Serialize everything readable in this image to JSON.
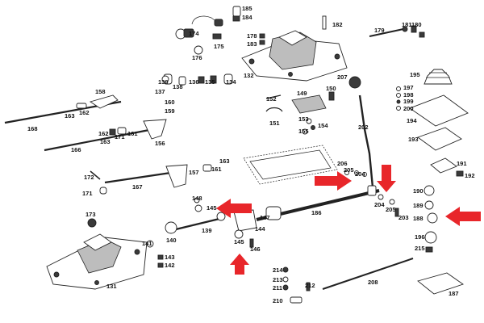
{
  "labels": [
    {
      "id": "185",
      "text": "185"
    },
    {
      "id": "184",
      "text": "184"
    },
    {
      "id": "174",
      "text": "174"
    },
    {
      "id": "176",
      "text": "176"
    },
    {
      "id": "175",
      "text": "175"
    },
    {
      "id": "178",
      "text": "178"
    },
    {
      "id": "183",
      "text": "183"
    },
    {
      "id": "182",
      "text": "182"
    },
    {
      "id": "179",
      "text": "179"
    },
    {
      "id": "181",
      "text": "181"
    },
    {
      "id": "180",
      "text": "180"
    },
    {
      "id": "132",
      "text": "132"
    },
    {
      "id": "139a",
      "text": "139"
    },
    {
      "id": "138",
      "text": "138"
    },
    {
      "id": "136",
      "text": "136"
    },
    {
      "id": "135",
      "text": "135"
    },
    {
      "id": "134",
      "text": "134"
    },
    {
      "id": "137",
      "text": "137"
    },
    {
      "id": "158",
      "text": "158"
    },
    {
      "id": "160",
      "text": "160"
    },
    {
      "id": "159",
      "text": "159"
    },
    {
      "id": "163a",
      "text": "163"
    },
    {
      "id": "162a",
      "text": "162"
    },
    {
      "id": "168",
      "text": "168"
    },
    {
      "id": "162b",
      "text": "162"
    },
    {
      "id": "171a",
      "text": "171"
    },
    {
      "id": "161",
      "text": "161"
    },
    {
      "id": "166",
      "text": "166"
    },
    {
      "id": "163b",
      "text": "163"
    },
    {
      "id": "156",
      "text": "156"
    },
    {
      "id": "207",
      "text": "207"
    },
    {
      "id": "150",
      "text": "150"
    },
    {
      "id": "152",
      "text": "152"
    },
    {
      "id": "149",
      "text": "149"
    },
    {
      "id": "151",
      "text": "151"
    },
    {
      "id": "153",
      "text": "153"
    },
    {
      "id": "154",
      "text": "154"
    },
    {
      "id": "155",
      "text": "155"
    },
    {
      "id": "195",
      "text": "195"
    },
    {
      "id": "197",
      "text": "197"
    },
    {
      "id": "198",
      "text": "198"
    },
    {
      "id": "199",
      "text": "199"
    },
    {
      "id": "200",
      "text": "200"
    },
    {
      "id": "194",
      "text": "194"
    },
    {
      "id": "202",
      "text": "202"
    },
    {
      "id": "193",
      "text": "193"
    },
    {
      "id": "157",
      "text": "157"
    },
    {
      "id": "163c",
      "text": "163"
    },
    {
      "id": "161b",
      "text": "161"
    },
    {
      "id": "206",
      "text": "206"
    },
    {
      "id": "205a",
      "text": "205"
    },
    {
      "id": "204a",
      "text": "204"
    },
    {
      "id": "191",
      "text": "191"
    },
    {
      "id": "192",
      "text": "192"
    },
    {
      "id": "172",
      "text": "172"
    },
    {
      "id": "167",
      "text": "167"
    },
    {
      "id": "171b",
      "text": "171"
    },
    {
      "id": "190",
      "text": "190"
    },
    {
      "id": "148",
      "text": "148"
    },
    {
      "id": "145a",
      "text": "145"
    },
    {
      "id": "147",
      "text": "147"
    },
    {
      "id": "204b",
      "text": "204"
    },
    {
      "id": "205b",
      "text": "205"
    },
    {
      "id": "203",
      "text": "203"
    },
    {
      "id": "189",
      "text": "189"
    },
    {
      "id": "186",
      "text": "186"
    },
    {
      "id": "173",
      "text": "173"
    },
    {
      "id": "188",
      "text": "188"
    },
    {
      "id": "144",
      "text": "144"
    },
    {
      "id": "139b",
      "text": "139"
    },
    {
      "id": "141",
      "text": "141"
    },
    {
      "id": "140",
      "text": "140"
    },
    {
      "id": "145b",
      "text": "145"
    },
    {
      "id": "146",
      "text": "146"
    },
    {
      "id": "196",
      "text": "196"
    },
    {
      "id": "215",
      "text": "215"
    },
    {
      "id": "143",
      "text": "143"
    },
    {
      "id": "142",
      "text": "142"
    },
    {
      "id": "214",
      "text": "214"
    },
    {
      "id": "213",
      "text": "213"
    },
    {
      "id": "211",
      "text": "211"
    },
    {
      "id": "212",
      "text": "212"
    },
    {
      "id": "208",
      "text": "208"
    },
    {
      "id": "131",
      "text": "131"
    },
    {
      "id": "210",
      "text": "210"
    },
    {
      "id": "187",
      "text": "187"
    }
  ],
  "colors": {
    "arrow": "#e8262a",
    "ink": "#222222",
    "fill_dark": "#3a3a3a",
    "fill_shade": "#bdbdbd"
  },
  "arrows": [
    {
      "id": "arrow-145",
      "direction": "left"
    },
    {
      "id": "arrow-145-up",
      "direction": "up"
    },
    {
      "id": "arrow-204-right",
      "direction": "right"
    },
    {
      "id": "arrow-204-down",
      "direction": "down"
    },
    {
      "id": "arrow-188",
      "direction": "left"
    }
  ]
}
